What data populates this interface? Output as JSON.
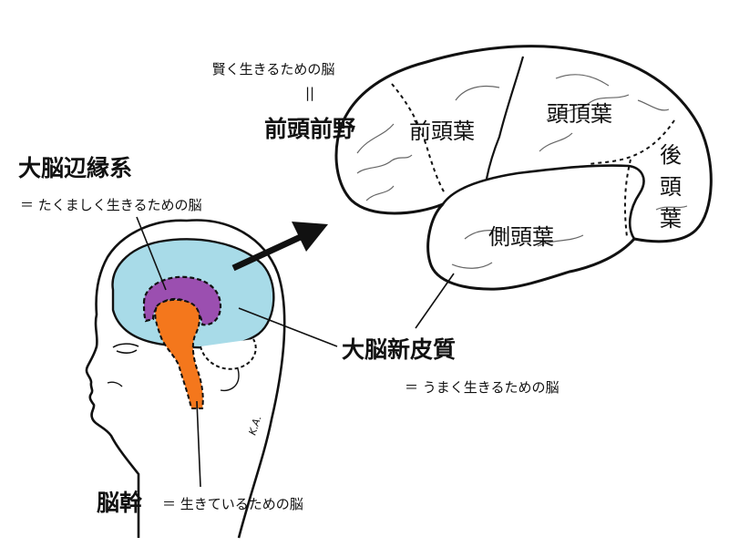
{
  "colors": {
    "cortex_fill": "#a8dbe8",
    "limbic_fill": "#9b4fb0",
    "brainstem_fill": "#f4771c",
    "line": "#111111",
    "background": "#ffffff"
  },
  "labels": {
    "limbic_title": "大脳辺縁系",
    "limbic_desc": "＝ たくましく生きるための脳",
    "cortex_title": "大脳新皮質",
    "cortex_desc": "＝ うまく生きるための脳",
    "brainstem_title": "脳幹",
    "brainstem_desc": "＝ 生きているための脳",
    "prefrontal_desc": "賢く生きるための脳",
    "prefrontal_eq": "||",
    "prefrontal_title": "前頭前野",
    "artist_signature": "K.A."
  },
  "lobes": {
    "frontal": "前頭葉",
    "parietal": "頭頂葉",
    "occipital_chars": [
      "後",
      "頭",
      "葉"
    ],
    "temporal": "側頭葉"
  }
}
